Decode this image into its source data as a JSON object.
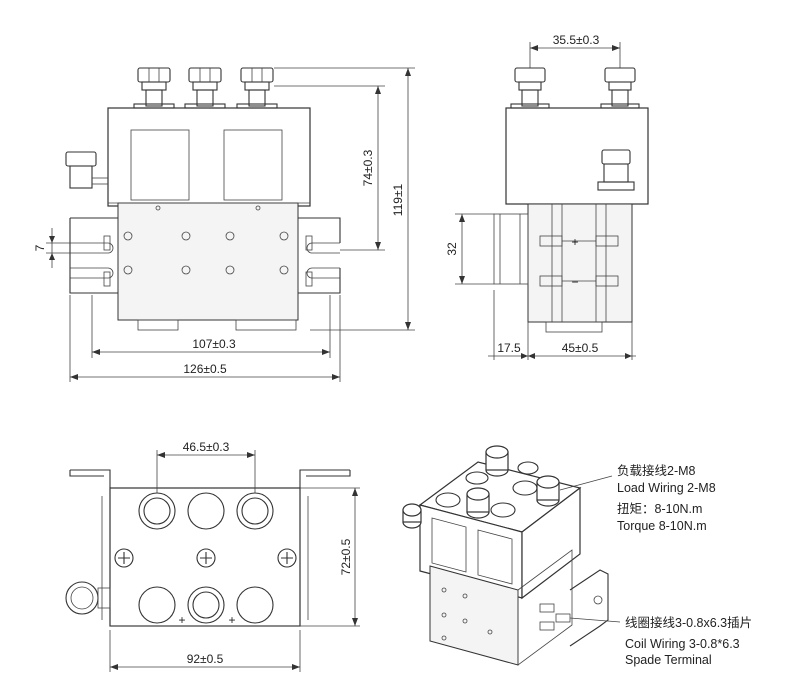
{
  "front_view": {
    "dim_107": "107±0.3",
    "dim_126": "126±0.5",
    "dim_74": "74±0.3",
    "dim_119": "119±1",
    "dim_7": "7"
  },
  "side_view": {
    "dim_35_5": "35.5±0.3",
    "dim_32": "32",
    "dim_17_5": "17.5",
    "dim_45": "45±0.5",
    "plus_sign": "+",
    "minus_sign": "−"
  },
  "top_view": {
    "dim_46_5": "46.5±0.3",
    "dim_72": "72±0.5",
    "dim_92": "92±0.5",
    "plus_a": "+",
    "plus_b": "+"
  },
  "annotations": {
    "load_cn": "负载接线2-M8",
    "load_en": "Load Wiring 2-M8",
    "torque_cn": "扭矩：8-10N.m",
    "torque_en": "Torque 8-10N.m",
    "coil_cn": "线圈接线3-0.8x6.3插片",
    "coil_en": "Coil Wiring 3-0.8*6.3",
    "coil_en2": "Spade Terminal"
  }
}
